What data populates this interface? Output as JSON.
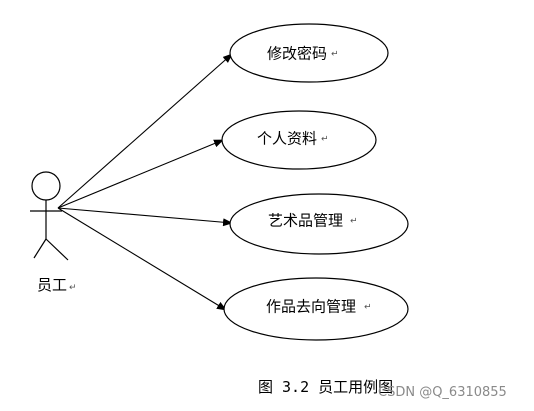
{
  "diagram": {
    "actor": {
      "label": "员工"
    },
    "use_cases": [
      {
        "label": "修改密码"
      },
      {
        "label": "个人资料"
      },
      {
        "label": "艺术品管理"
      },
      {
        "label": "作品去向管理"
      }
    ],
    "caption": "图 3.2 员工用例图",
    "watermark": "CSDN @Q_6310855",
    "paragraph_mark": "↵"
  }
}
